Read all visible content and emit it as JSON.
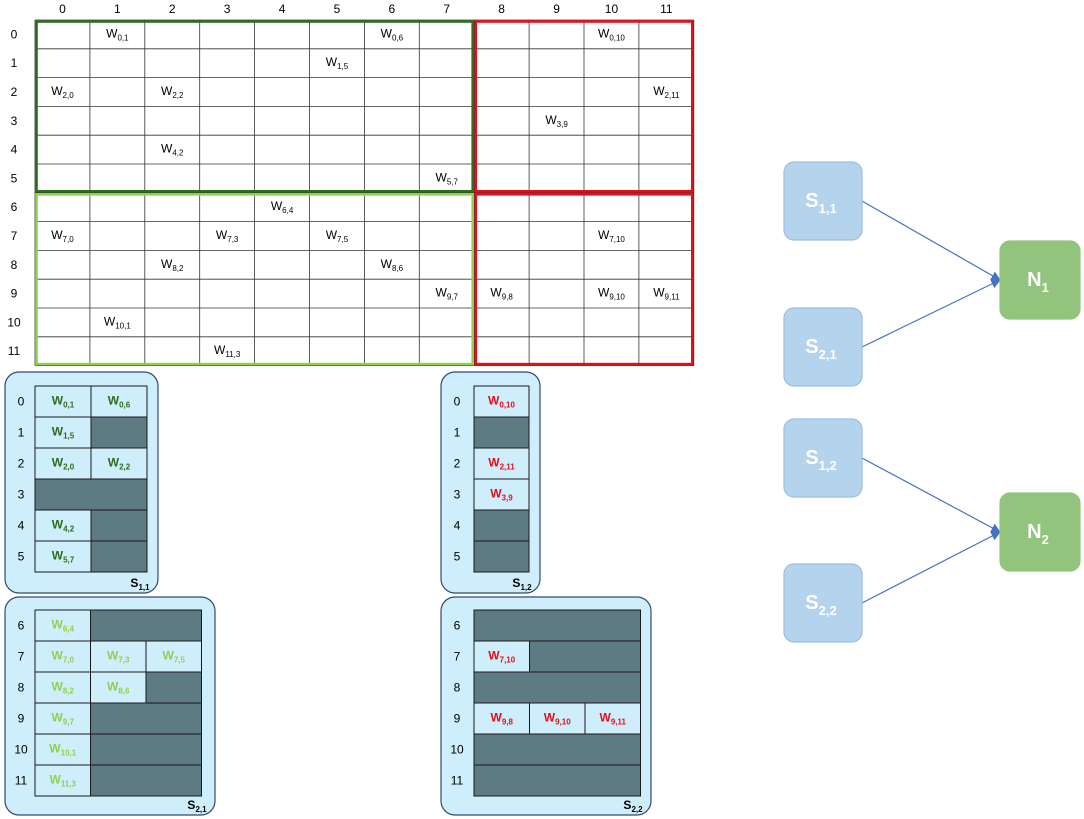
{
  "matrix": {
    "col_labels": [
      "0",
      "1",
      "2",
      "3",
      "4",
      "5",
      "6",
      "7",
      "8",
      "9",
      "10",
      "11"
    ],
    "row_labels": [
      "0",
      "1",
      "2",
      "3",
      "4",
      "5",
      "6",
      "7",
      "8",
      "9",
      "10",
      "11"
    ],
    "cells": [
      {
        "r": 0,
        "c": 1,
        "sub": "0,1"
      },
      {
        "r": 0,
        "c": 6,
        "sub": "0,6"
      },
      {
        "r": 0,
        "c": 10,
        "sub": "0,10"
      },
      {
        "r": 1,
        "c": 5,
        "sub": "1,5"
      },
      {
        "r": 2,
        "c": 0,
        "sub": "2,0"
      },
      {
        "r": 2,
        "c": 2,
        "sub": "2,2"
      },
      {
        "r": 2,
        "c": 11,
        "sub": "2,11"
      },
      {
        "r": 3,
        "c": 9,
        "sub": "3,9"
      },
      {
        "r": 4,
        "c": 2,
        "sub": "4,2"
      },
      {
        "r": 5,
        "c": 7,
        "sub": "5,7"
      },
      {
        "r": 6,
        "c": 4,
        "sub": "6,4"
      },
      {
        "r": 7,
        "c": 0,
        "sub": "7,0"
      },
      {
        "r": 7,
        "c": 3,
        "sub": "7,3"
      },
      {
        "r": 7,
        "c": 5,
        "sub": "7,5"
      },
      {
        "r": 7,
        "c": 10,
        "sub": "7,10"
      },
      {
        "r": 8,
        "c": 2,
        "sub": "8,2"
      },
      {
        "r": 8,
        "c": 6,
        "sub": "8,6"
      },
      {
        "r": 9,
        "c": 7,
        "sub": "9,7"
      },
      {
        "r": 9,
        "c": 8,
        "sub": "9,8"
      },
      {
        "r": 9,
        "c": 10,
        "sub": "9,10"
      },
      {
        "r": 9,
        "c": 11,
        "sub": "9,11"
      },
      {
        "r": 10,
        "c": 1,
        "sub": "10,1"
      },
      {
        "r": 11,
        "c": 3,
        "sub": "11,3"
      }
    ],
    "symbol": "W"
  },
  "colors": {
    "dark_green": "#2e6b1e",
    "light_green": "#8fd14f",
    "red": "#e0101a",
    "panel_fill": "#cdeefa",
    "panel_stroke": "#2f4a72",
    "filled_cell": "#5e7a82",
    "node_s_fill": "#b4d3ec",
    "node_s_stroke": "#9dbfe0",
    "node_n_fill": "#93c47d",
    "arrow": "#4472c4"
  },
  "storage": [
    {
      "name_main": "S",
      "name_sub": "1,1",
      "tone": "dark",
      "rows": [
        {
          "label": "0",
          "cells": [
            "0,1",
            "0,6"
          ]
        },
        {
          "label": "1",
          "cells": [
            "1,5"
          ]
        },
        {
          "label": "2",
          "cells": [
            "2,0",
            "2,2"
          ]
        },
        {
          "label": "3",
          "cells": []
        },
        {
          "label": "4",
          "cells": [
            "4,2"
          ]
        },
        {
          "label": "5",
          "cells": [
            "5,7"
          ]
        }
      ]
    },
    {
      "name_main": "S",
      "name_sub": "2,1",
      "tone": "light",
      "rows": [
        {
          "label": "6",
          "cells": [
            "6,4"
          ]
        },
        {
          "label": "7",
          "cells": [
            "7,0",
            "7,3",
            "7,5"
          ]
        },
        {
          "label": "8",
          "cells": [
            "8,2",
            "8,6"
          ]
        },
        {
          "label": "9",
          "cells": [
            "9,7"
          ]
        },
        {
          "label": "10",
          "cells": [
            "10,1"
          ]
        },
        {
          "label": "11",
          "cells": [
            "11,3"
          ]
        }
      ]
    },
    {
      "name_main": "S",
      "name_sub": "1,2",
      "tone": "red",
      "rows": [
        {
          "label": "0",
          "cells": [
            "0,10"
          ]
        },
        {
          "label": "1",
          "cells": []
        },
        {
          "label": "2",
          "cells": [
            "2,11"
          ]
        },
        {
          "label": "3",
          "cells": [
            "3,9"
          ]
        },
        {
          "label": "4",
          "cells": []
        },
        {
          "label": "5",
          "cells": []
        }
      ]
    },
    {
      "name_main": "S",
      "name_sub": "2,2",
      "tone": "red",
      "rows": [
        {
          "label": "6",
          "cells": []
        },
        {
          "label": "7",
          "cells": [
            "7,10"
          ]
        },
        {
          "label": "8",
          "cells": []
        },
        {
          "label": "9",
          "cells": [
            "9,8",
            "9,10",
            "9,11"
          ]
        },
        {
          "label": "10",
          "cells": []
        },
        {
          "label": "11",
          "cells": []
        }
      ]
    }
  ],
  "graph": {
    "nodes": [
      {
        "id": "S11",
        "main": "S",
        "sub": "1,1",
        "kind": "source"
      },
      {
        "id": "S21",
        "main": "S",
        "sub": "2,1",
        "kind": "source"
      },
      {
        "id": "S12",
        "main": "S",
        "sub": "1,2",
        "kind": "source"
      },
      {
        "id": "S22",
        "main": "S",
        "sub": "2,2",
        "kind": "source"
      },
      {
        "id": "N1",
        "main": "N",
        "sub": "1",
        "kind": "node"
      },
      {
        "id": "N2",
        "main": "N",
        "sub": "2",
        "kind": "node"
      }
    ],
    "edges": [
      {
        "from": "S11",
        "to": "N1"
      },
      {
        "from": "S21",
        "to": "N1"
      },
      {
        "from": "S12",
        "to": "N2"
      },
      {
        "from": "S22",
        "to": "N2"
      }
    ]
  }
}
